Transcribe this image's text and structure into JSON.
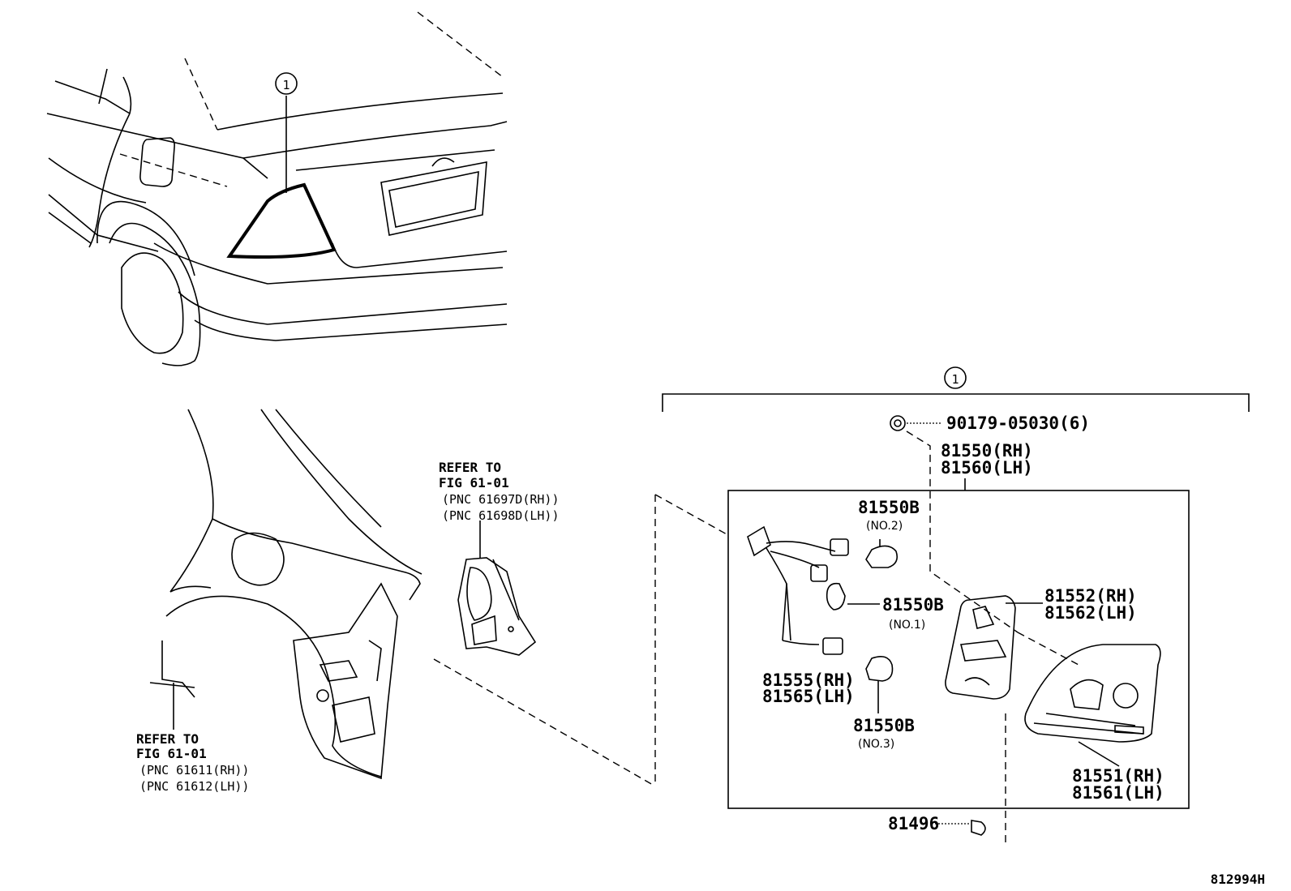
{
  "diagram_id": "812994H",
  "callout_marker": "1",
  "refs": [
    {
      "line1": "REFER TO",
      "line2": "FIG 61-01",
      "pnc_rh": "(PNC 61697D(RH))",
      "pnc_lh": "(PNC 61698D(LH))"
    },
    {
      "line1": "REFER TO",
      "line2": "FIG 61-01",
      "pnc_rh": "(PNC 61611(RH))",
      "pnc_lh": "(PNC 61612(LH))"
    }
  ],
  "parts": {
    "screw": "90179-05030(6)",
    "lamp_rh": "81550(RH)",
    "lamp_lh": "81560(LH)",
    "bulb_no2": "81550B",
    "bulb_no2_note": "(NO.2)",
    "bulb_no1": "81550B",
    "bulb_no1_note": "(NO.1)",
    "bulb_no3": "81550B",
    "bulb_no3_note": "(NO.3)",
    "socket_rh": "81555(RH)",
    "socket_lh": "81565(LH)",
    "gasket_rh": "81552(RH)",
    "gasket_lh": "81562(LH)",
    "lens_rh": "81551(RH)",
    "lens_lh": "81561(LH)",
    "clip": "81496"
  }
}
